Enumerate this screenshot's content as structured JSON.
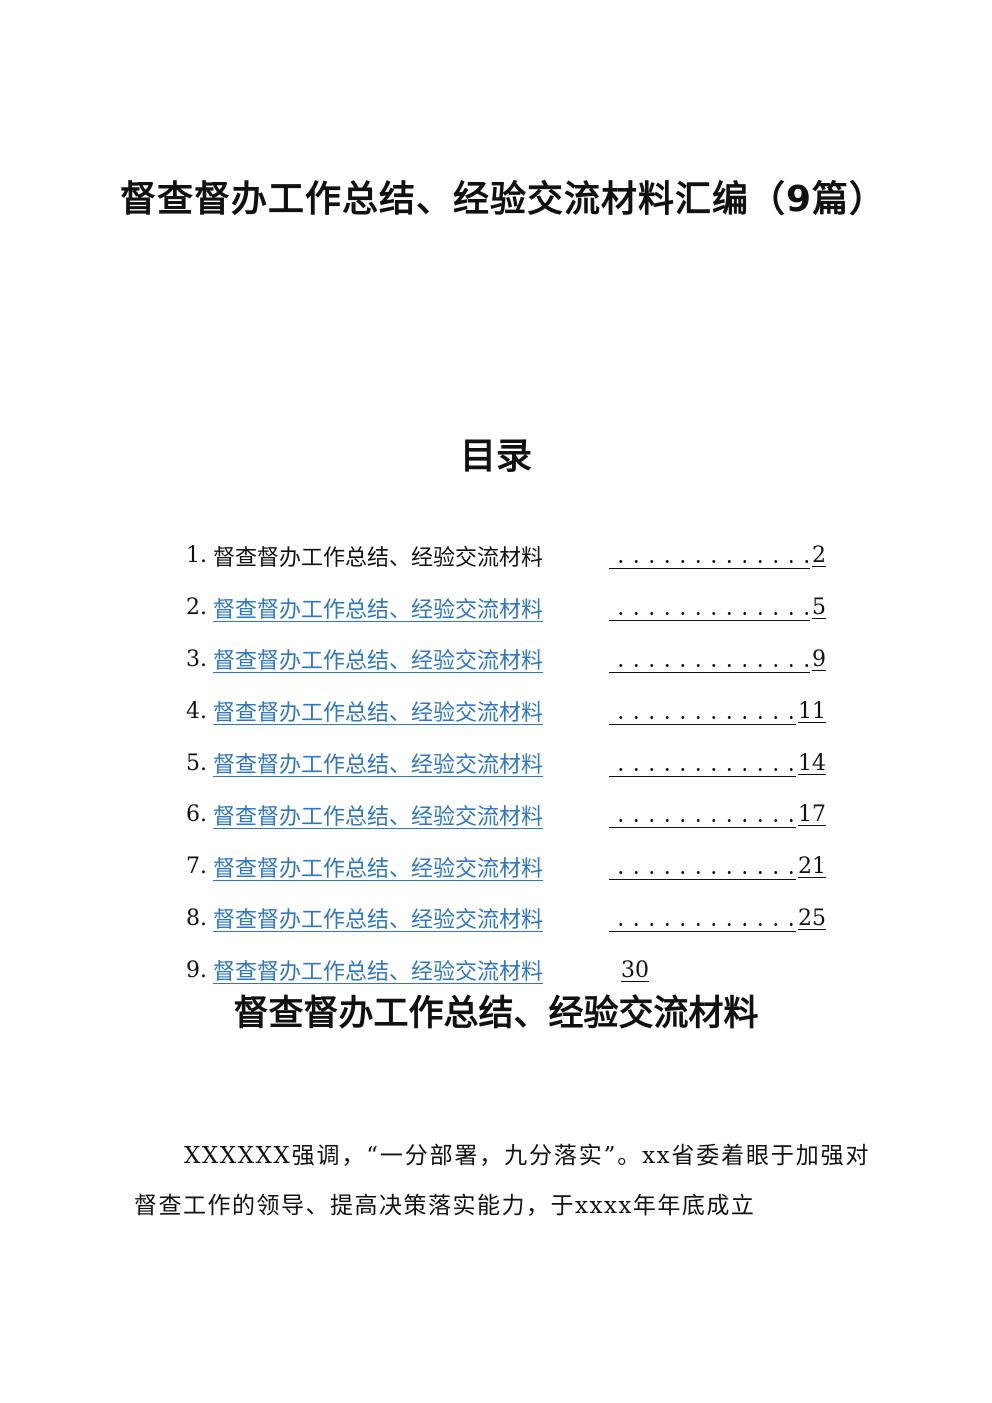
{
  "document": {
    "title": "督查督办工作总结、经验交流材料汇编（9篇）"
  },
  "toc": {
    "heading": "目录",
    "entries": [
      {
        "number": "1.",
        "title": "督查督办工作总结、经验交流材料",
        "page": "2",
        "link": false
      },
      {
        "number": "2.",
        "title": "督查督办工作总结、经验交流材料",
        "page": "5",
        "link": true
      },
      {
        "number": "3.",
        "title": "督查督办工作总结、经验交流材料",
        "page": "9",
        "link": true
      },
      {
        "number": "4.",
        "title": "督查督办工作总结、经验交流材料",
        "page": "11",
        "link": true
      },
      {
        "number": "5.",
        "title": "督查督办工作总结、经验交流材料",
        "page": "14",
        "link": true
      },
      {
        "number": "6.",
        "title": "督查督办工作总结、经验交流材料",
        "page": "17",
        "link": true
      },
      {
        "number": "7.",
        "title": "督查督办工作总结、经验交流材料",
        "page": "21",
        "link": true
      },
      {
        "number": "8.",
        "title": "督查督办工作总结、经验交流材料",
        "page": "25",
        "link": true
      },
      {
        "number": "9.",
        "title": "督查督办工作总结、经验交流材料",
        "page": "30",
        "link": true
      }
    ]
  },
  "section": {
    "title": "督查督办工作总结、经验交流材料",
    "paragraph": "XXXXXX强调，“一分部署，九分落实”。xx省委着眼于加强对督查工作的领导、提高决策落实能力，于xxxx年年底成立"
  },
  "colors": {
    "link": "#2f77c2",
    "text": "#111111"
  }
}
